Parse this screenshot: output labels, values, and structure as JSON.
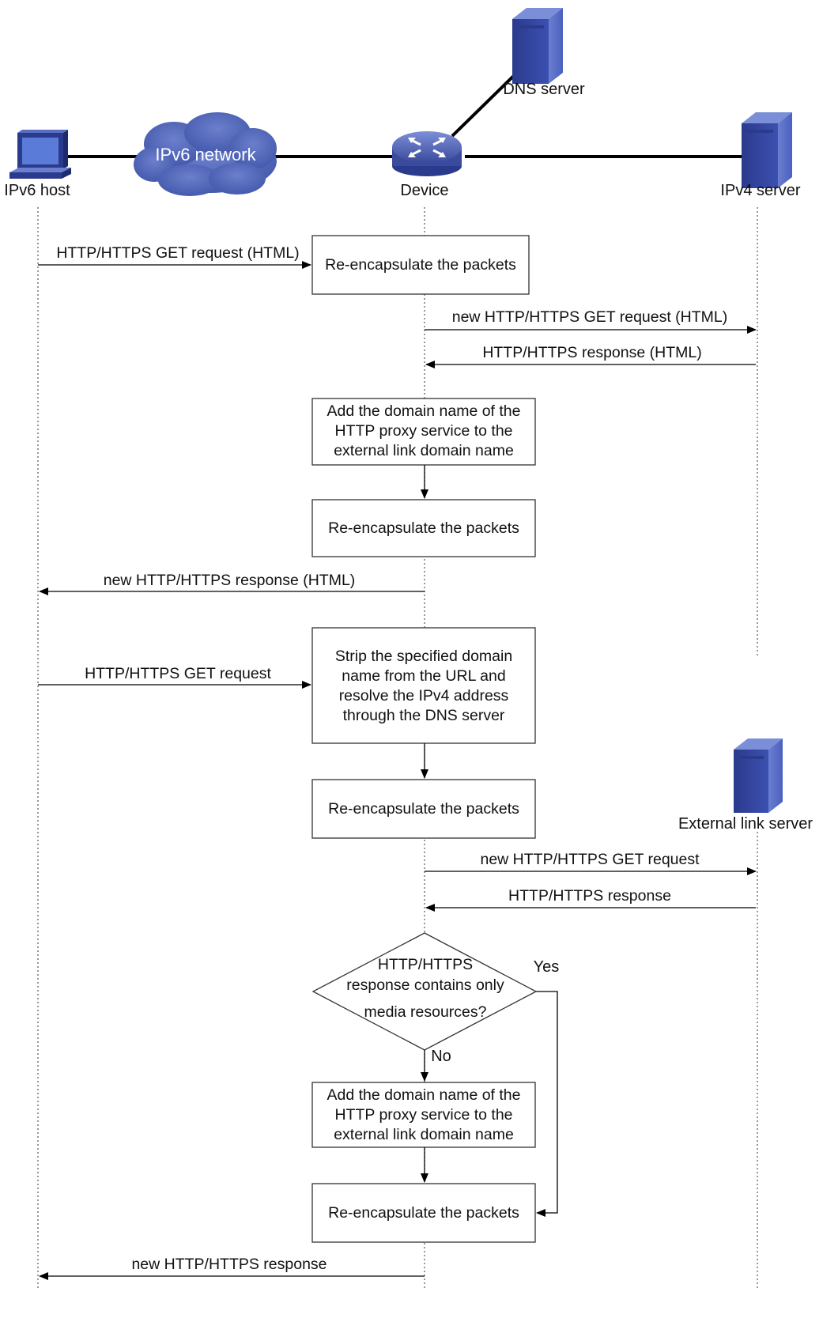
{
  "colors": {
    "device_blue": "#3a4a9c",
    "cloud_blue": "#4a5fb3",
    "line": "#000000",
    "lifeline": "#555555",
    "box_border": "#333333"
  },
  "topology": {
    "ipv6_host": "IPv6 host",
    "ipv6_network": "IPv6 network",
    "device": "Device",
    "dns_server": "DNS server",
    "ipv4_server": "IPv4 server",
    "external_link_server": "External link server"
  },
  "icons": {
    "host": "pc-icon",
    "network": "cloud-icon",
    "device": "router-icon",
    "server": "server-icon"
  },
  "messages": {
    "m1": "HTTP/HTTPS GET request (HTML)",
    "m2": "new HTTP/HTTPS GET request (HTML)",
    "m3": "HTTP/HTTPS response (HTML)",
    "m4": "new HTTP/HTTPS response (HTML)",
    "m5": "HTTP/HTTPS GET request",
    "m6": "new HTTP/HTTPS GET request",
    "m7": "HTTP/HTTPS response",
    "m8": "new HTTP/HTTPS response"
  },
  "boxes": {
    "b1": [
      "Re-encapsulate the packets"
    ],
    "b2": [
      "Add the domain name of the",
      "HTTP proxy service to the",
      "external link domain name"
    ],
    "b3": [
      "Re-encapsulate the packets"
    ],
    "b4": [
      "Strip the specified domain",
      "name from the URL and",
      "resolve the IPv4 address",
      "through the DNS server"
    ],
    "b5": [
      "Re-encapsulate the packets"
    ],
    "b6": [
      "Add the domain name of the",
      "HTTP proxy service to the",
      "external link domain name"
    ],
    "b7": [
      "Re-encapsulate the packets"
    ]
  },
  "decision": {
    "lines": [
      "HTTP/HTTPS",
      "response contains only",
      "media resources?"
    ],
    "yes": "Yes",
    "no": "No"
  }
}
